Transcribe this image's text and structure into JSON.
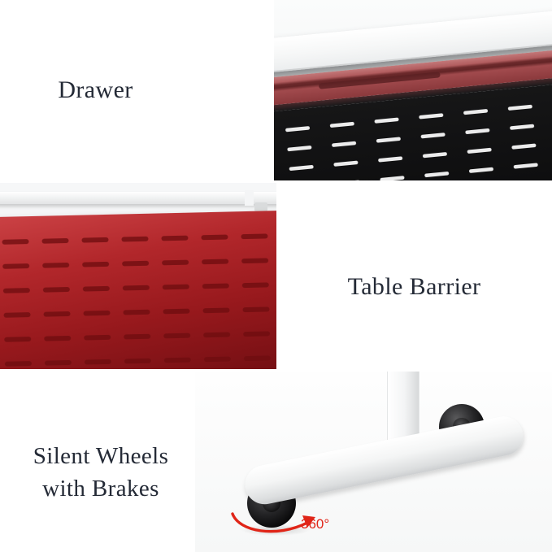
{
  "sections": [
    {
      "id": "drawer",
      "label": "Drawer"
    },
    {
      "id": "table-barrier",
      "label": "Table Barrier"
    },
    {
      "id": "silent-wheels",
      "label": "Silent Wheels with Brakes"
    }
  ],
  "annotations": {
    "rotation": "360°"
  },
  "icons": {
    "rotation_arrow": "curved-rotation-arrow"
  },
  "colors": {
    "label_text": "#242a36",
    "rotation_red": "#e02518",
    "panel_red": "#b2272b",
    "panel_red_dash": "#6f0d10",
    "drawer_red": "#a14a4d",
    "panel_black": "#161617",
    "dash_white": "#ffffff"
  }
}
